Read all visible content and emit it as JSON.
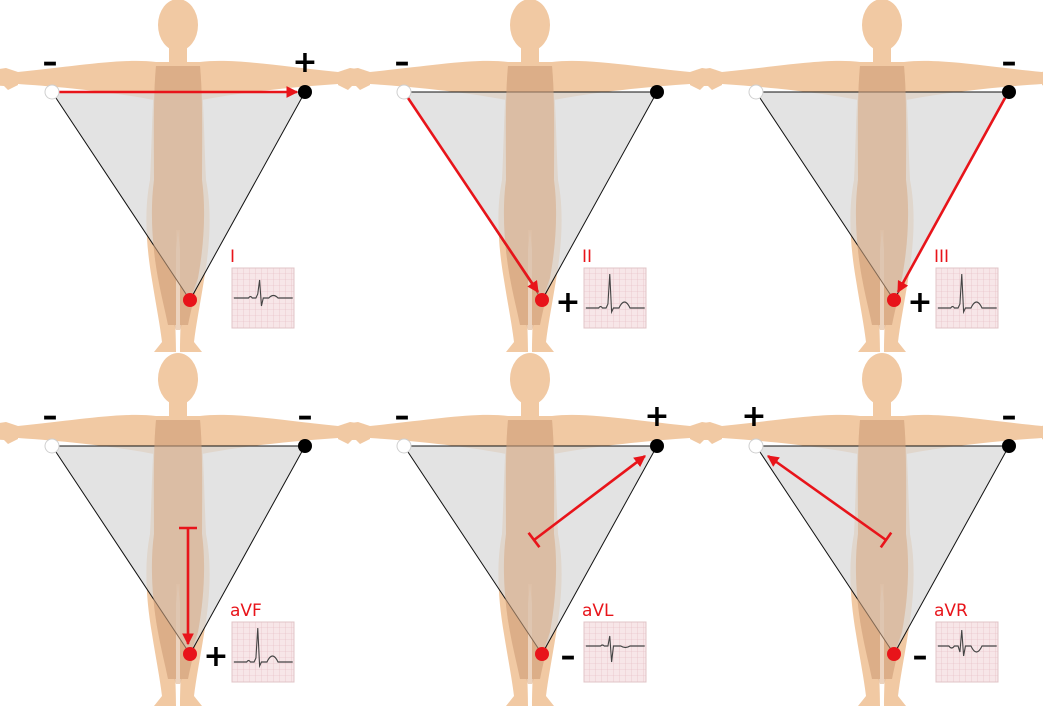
{
  "panels": [
    {
      "lead": "I",
      "signs": {
        "left": "–",
        "right": "+",
        "foot": ""
      },
      "arrow": "left-to-right",
      "ecg": "normal"
    },
    {
      "lead": "II",
      "signs": {
        "left": "–",
        "right": "",
        "foot": "+"
      },
      "arrow": "left-to-foot",
      "ecg": "tall"
    },
    {
      "lead": "III",
      "signs": {
        "left": "",
        "right": "–",
        "foot": "+"
      },
      "arrow": "right-to-foot",
      "ecg": "tall"
    },
    {
      "lead": "aVF",
      "signs": {
        "left": "–",
        "right": "–",
        "foot": "+"
      },
      "arrow": "center-to-foot",
      "ecg": "tall"
    },
    {
      "lead": "aVL",
      "signs": {
        "left": "–",
        "right": "+",
        "foot": "–"
      },
      "arrow": "center-to-right",
      "ecg": "biphasic"
    },
    {
      "lead": "aVR",
      "signs": {
        "left": "+",
        "right": "–",
        "foot": "–"
      },
      "arrow": "center-to-left",
      "ecg": "inverted"
    }
  ],
  "colors": {
    "body": "#f1c9a3",
    "trunk": "#dcae88",
    "triangle_fill": "#d9d9d9",
    "arrow": "#e8141a",
    "left_electrode": "#ffffff",
    "right_electrode": "#000000",
    "foot_electrode": "#e8141a",
    "ecg_paper": "#f6e4e6"
  }
}
